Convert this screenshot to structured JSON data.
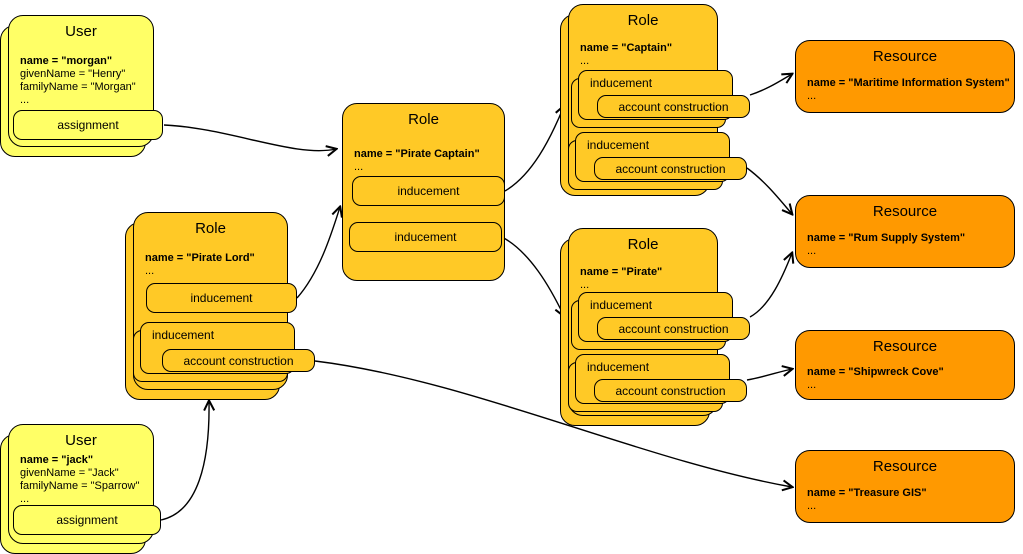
{
  "users": {
    "morgan": {
      "title": "User",
      "name": "name = \"morgan\"",
      "given": "givenName = \"Henry\"",
      "family": "familyName = \"Morgan\"",
      "more": "...",
      "assignment": "assignment"
    },
    "jack": {
      "title": "User",
      "name": "name = \"jack\"",
      "given": "givenName = \"Jack\"",
      "family": "familyName = \"Sparrow\"",
      "more": "...",
      "assignment": "assignment"
    }
  },
  "roles": {
    "pirate_captain": {
      "title": "Role",
      "name": "name = \"Pirate Captain\"",
      "more": "...",
      "ind1": "inducement",
      "ind2": "inducement"
    },
    "pirate_lord": {
      "title": "Role",
      "name": "name = \"Pirate Lord\"",
      "more": "...",
      "ind1": "inducement",
      "ind2": "inducement",
      "acct2": "account construction"
    },
    "captain": {
      "title": "Role",
      "name": "name = \"Captain\"",
      "more": "...",
      "ind1": "inducement",
      "acct1": "account construction",
      "ind2": "inducement",
      "acct2": "account construction"
    },
    "pirate": {
      "title": "Role",
      "name": "name = \"Pirate\"",
      "more": "...",
      "ind1": "inducement",
      "acct1": "account construction",
      "ind2": "inducement",
      "acct2": "account construction"
    }
  },
  "resources": {
    "maritime": {
      "title": "Resource",
      "name": "name = \"Maritime Information System\"",
      "more": "..."
    },
    "rum": {
      "title": "Resource",
      "name": "name = \"Rum Supply System\"",
      "more": "..."
    },
    "shipwreck": {
      "title": "Resource",
      "name": "name = \"Shipwreck Cove\"",
      "more": "..."
    },
    "treasure": {
      "title": "Resource",
      "name": "name = \"Treasure GIS\"",
      "more": "..."
    }
  },
  "colors": {
    "user_fill": "#FFFF66",
    "role_fill": "#FFC926",
    "resource_fill": "#FF9900",
    "border": "#000000"
  }
}
